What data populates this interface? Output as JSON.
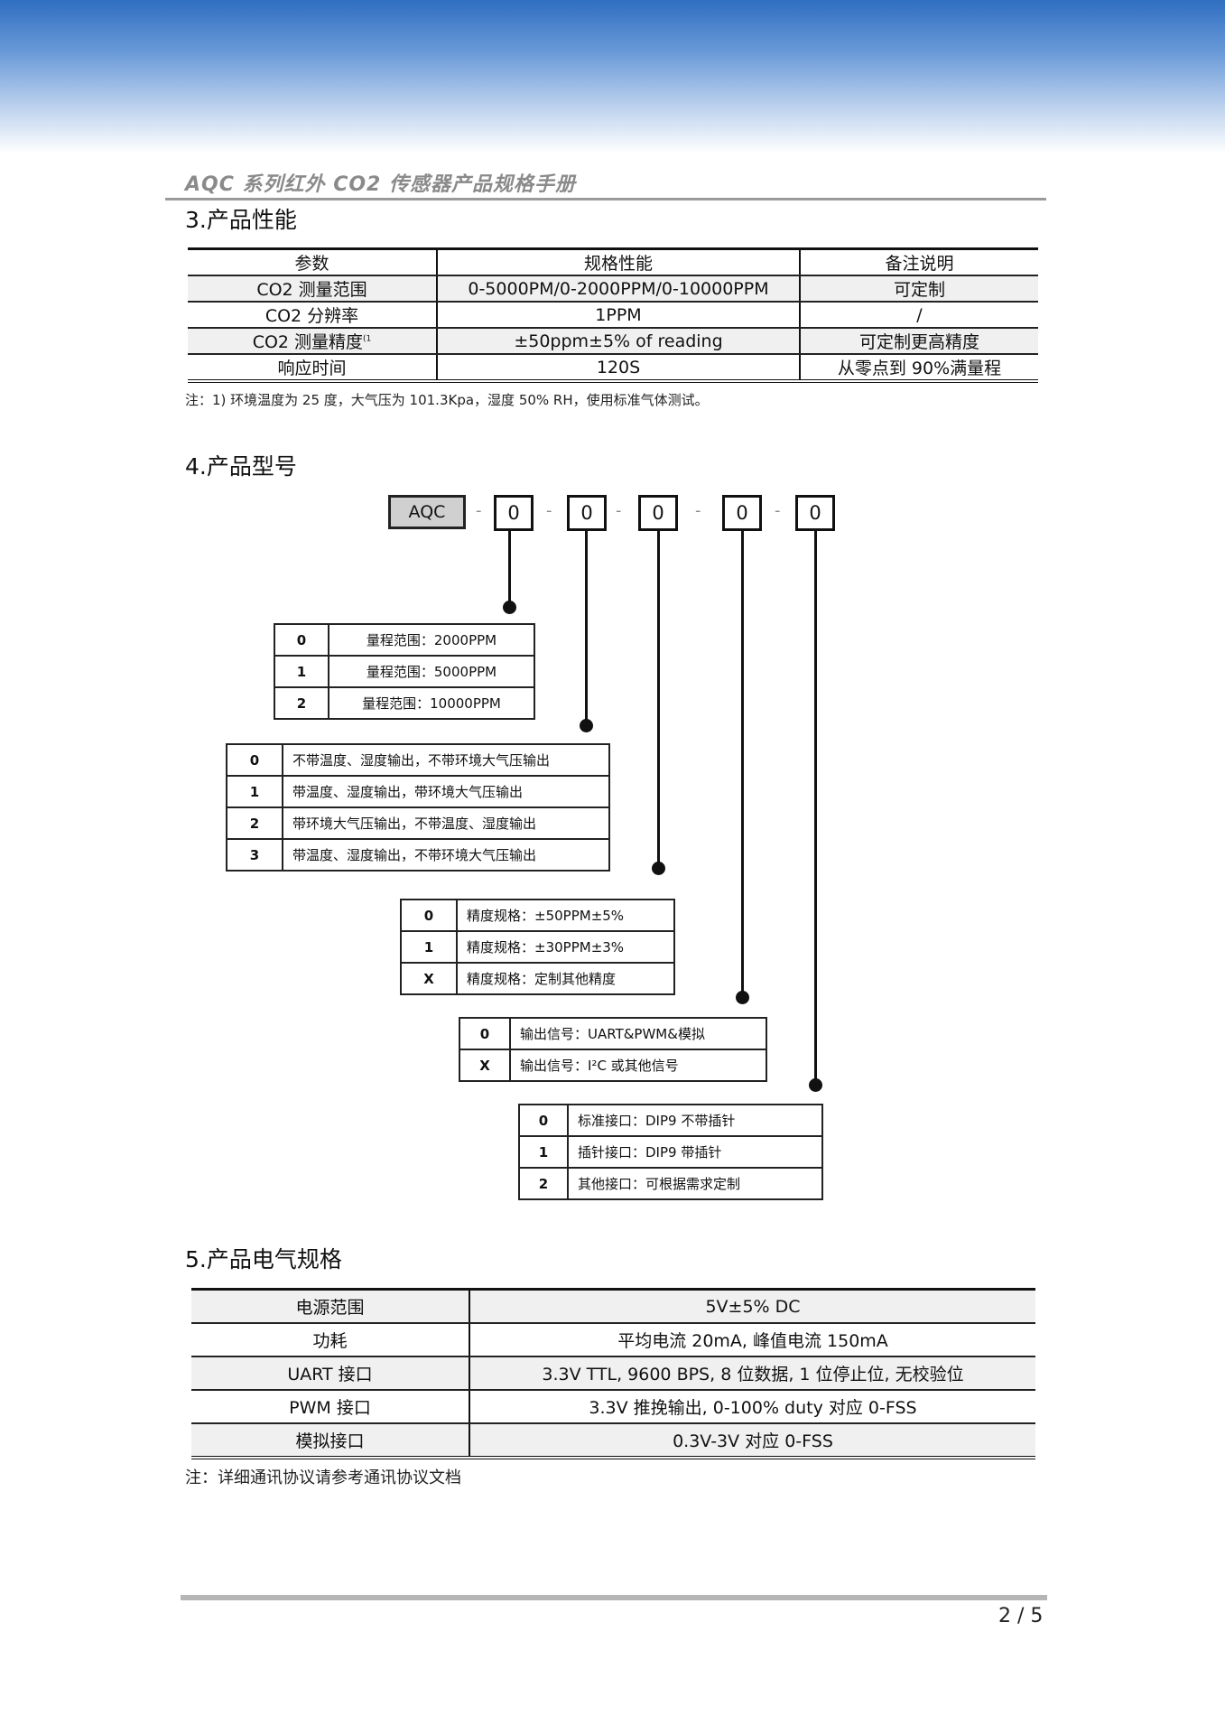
{
  "header": {
    "doc_title": "AQC 系列红外 CO2 传感器产品规格手册"
  },
  "section3": {
    "heading": "3.产品性能",
    "table": {
      "headers": [
        "参数",
        "规格性能",
        "备注说明"
      ],
      "rows": [
        [
          "CO2 测量范围",
          "0-5000PM/0-2000PPM/0-10000PPM",
          "可定制"
        ],
        [
          "CO2 分辨率",
          "1PPM",
          "/"
        ],
        [
          "CO2 测量精度",
          "±50ppm±5% of reading",
          "可定制更高精度"
        ],
        [
          "响应时间",
          "120S",
          "从零点到 90%满量程"
        ]
      ],
      "footnote_mark": "(1"
    },
    "note": "注：1) 环境温度为 25 度，大气压为 101.3Kpa，湿度 50% RH，使用标准气体测试。"
  },
  "section4": {
    "heading": "4.产品型号",
    "model": {
      "base": "AQC",
      "separator": "-",
      "slots": [
        "0",
        "0",
        "0",
        "0",
        "0"
      ]
    },
    "options": [
      {
        "rows": [
          [
            "0",
            "量程范围：2000PPM"
          ],
          [
            "1",
            "量程范围：5000PPM"
          ],
          [
            "2",
            "量程范围：10000PPM"
          ]
        ]
      },
      {
        "rows": [
          [
            "0",
            "不带温度、湿度输出，不带环境大气压输出"
          ],
          [
            "1",
            "带温度、湿度输出，带环境大气压输出"
          ],
          [
            "2",
            "带环境大气压输出，不带温度、湿度输出"
          ],
          [
            "3",
            "带温度、湿度输出，不带环境大气压输出"
          ]
        ]
      },
      {
        "rows": [
          [
            "0",
            "精度规格：±50PPM±5%"
          ],
          [
            "1",
            "精度规格：±30PPM±3%"
          ],
          [
            "X",
            "精度规格：定制其他精度"
          ]
        ]
      },
      {
        "rows": [
          [
            "0",
            "输出信号：UART&PWM&模拟"
          ],
          [
            "X",
            "输出信号：I²C 或其他信号"
          ]
        ]
      },
      {
        "rows": [
          [
            "0",
            "标准接口：DIP9 不带插针"
          ],
          [
            "1",
            "插针接口：DIP9 带插针"
          ],
          [
            "2",
            "其他接口：可根据需求定制"
          ]
        ]
      }
    ]
  },
  "section5": {
    "heading": "5.产品电气规格",
    "rows": [
      [
        "电源范围",
        "5V±5% DC"
      ],
      [
        "功耗",
        "平均电流 20mA, 峰值电流 150mA"
      ],
      [
        "UART 接口",
        "3.3V TTL, 9600 BPS, 8 位数据, 1 位停止位, 无校验位"
      ],
      [
        "PWM 接口",
        "3.3V 推挽输出, 0-100% duty 对应 0-FSS"
      ],
      [
        "模拟接口",
        "0.3V-3V 对应 0-FSS"
      ]
    ],
    "note": "注：详细通讯协议请参考通讯协议文档"
  },
  "footer": {
    "page": "2 / 5"
  }
}
